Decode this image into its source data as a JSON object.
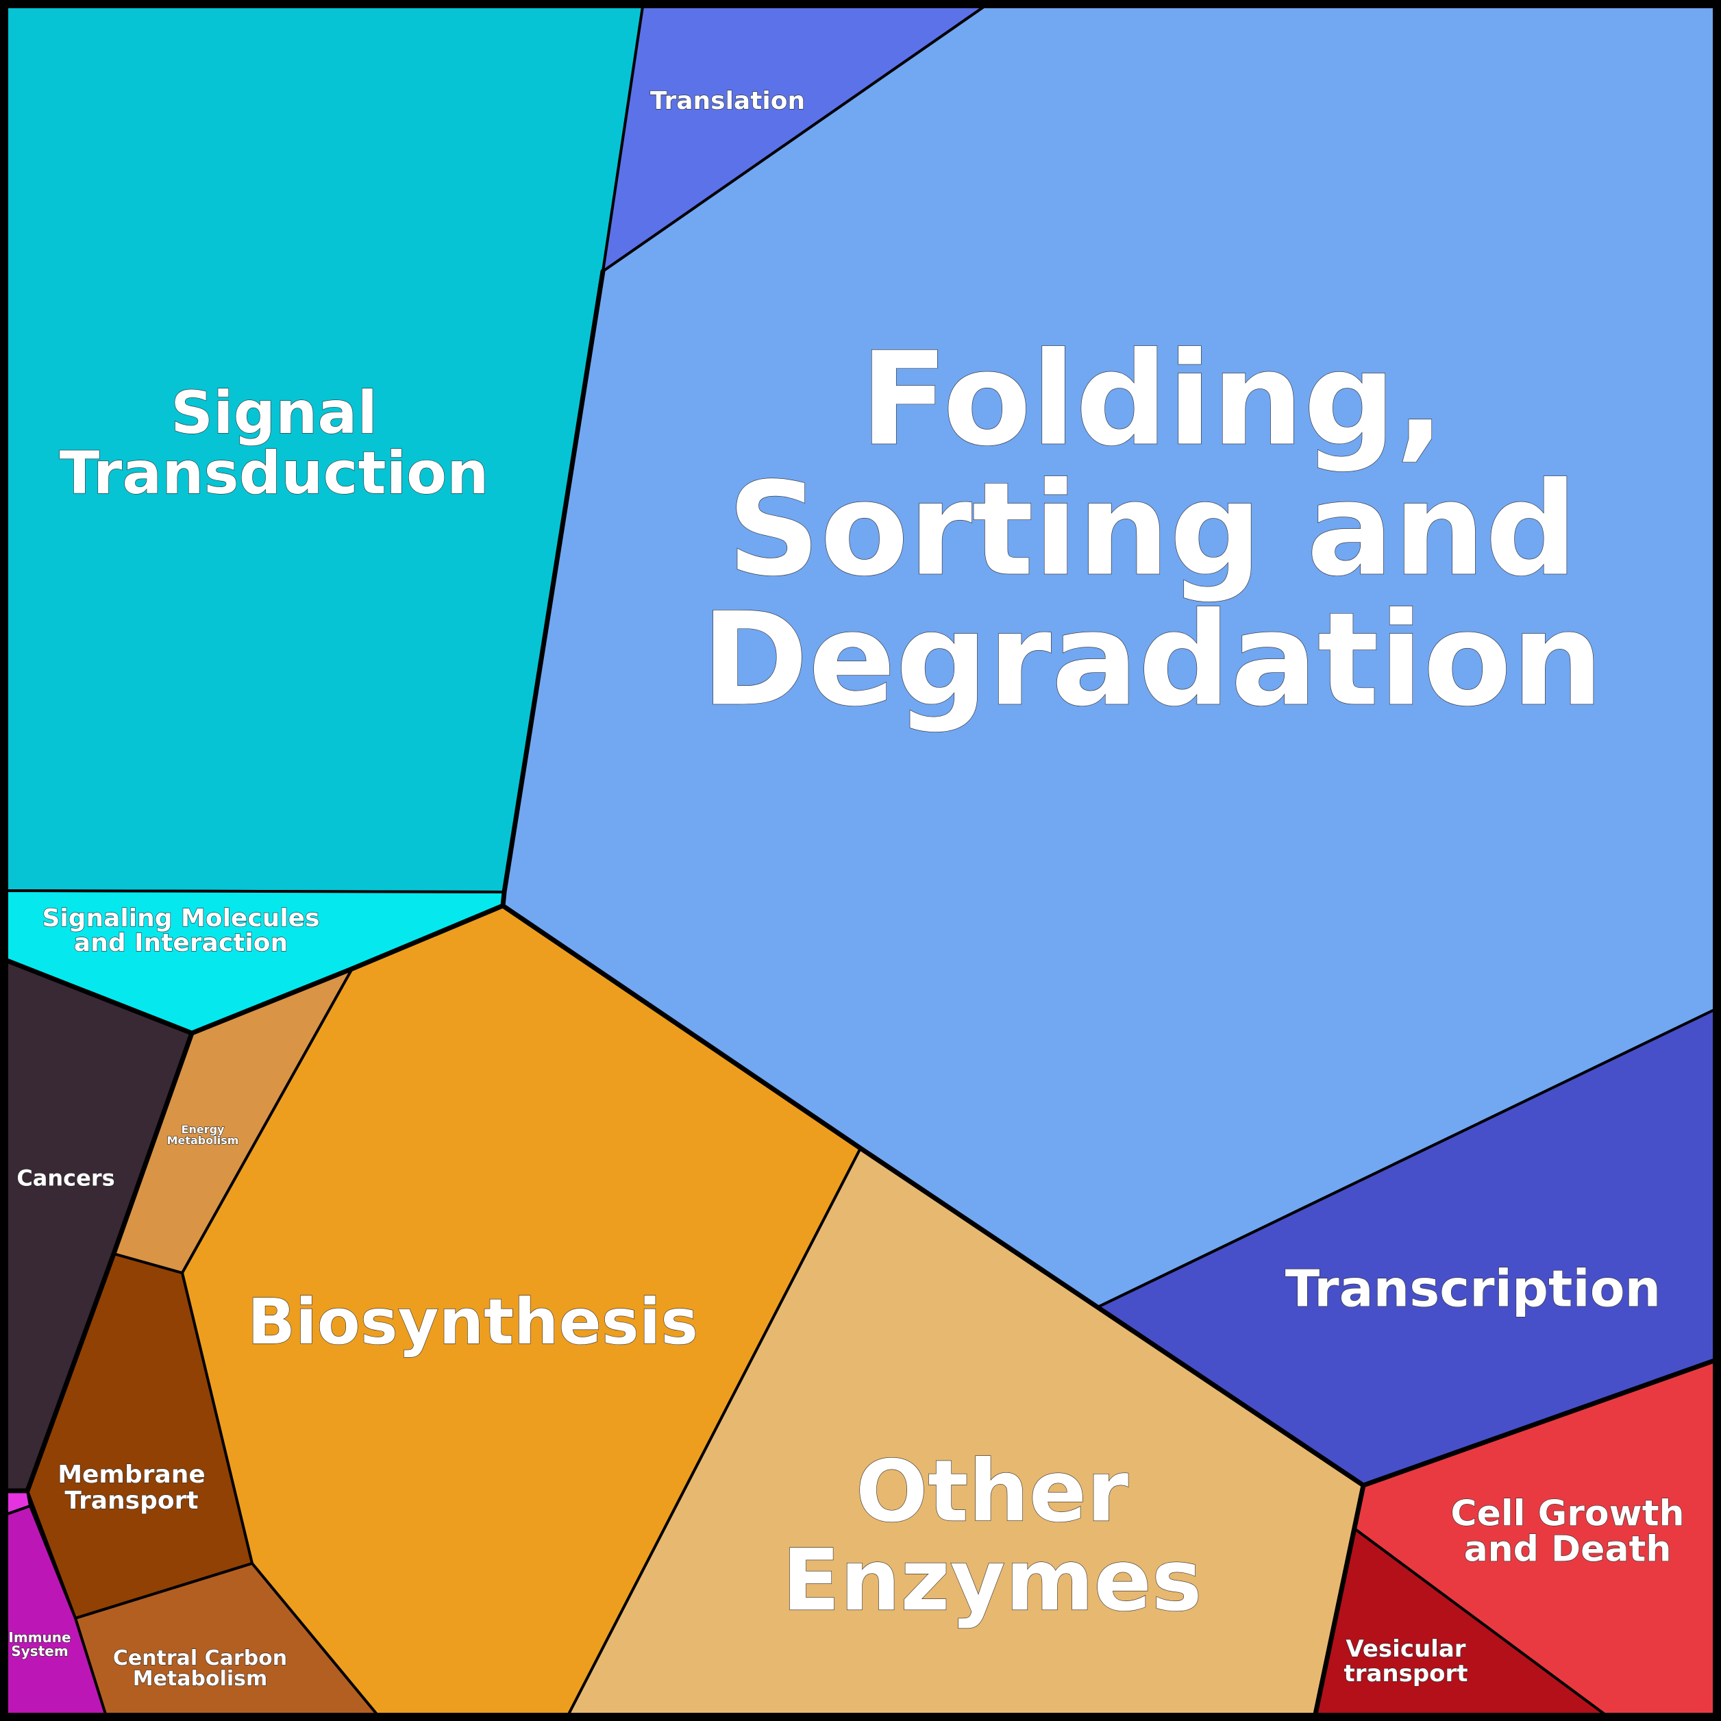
{
  "regions": [
    {
      "id": "signal-transduction",
      "lines": [
        "Signal",
        "Transduction"
      ],
      "color": "#06c4d4"
    },
    {
      "id": "translation",
      "lines": [
        "Translation"
      ],
      "color": "#5b72e8"
    },
    {
      "id": "folding-sorting-degradation",
      "lines": [
        "Folding,",
        "Sorting and",
        "Degradation"
      ],
      "color": "#72a7f2"
    },
    {
      "id": "signaling-molecules",
      "lines": [
        "Signaling Molecules",
        "and Interaction"
      ],
      "color": "#05e8ee"
    },
    {
      "id": "cancers",
      "lines": [
        "Cancers"
      ],
      "color": "#382935"
    },
    {
      "id": "energy-metabolism",
      "lines": [
        "Energy",
        "Metabolism"
      ],
      "color": "#d99446"
    },
    {
      "id": "biosynthesis",
      "lines": [
        "Biosynthesis"
      ],
      "color": "#ed9e1f"
    },
    {
      "id": "other-enzymes",
      "lines": [
        "Other",
        "Enzymes"
      ],
      "color": "#e7b870"
    },
    {
      "id": "transcription",
      "lines": [
        "Transcription"
      ],
      "color": "#4750c9"
    },
    {
      "id": "cell-growth-death",
      "lines": [
        "Cell Growth",
        "and Death"
      ],
      "color": "#e93a42"
    },
    {
      "id": "vesicular-transport",
      "lines": [
        "Vesicular",
        "transport"
      ],
      "color": "#b3101a"
    },
    {
      "id": "membrane-transport",
      "lines": [
        "Membrane",
        "Transport"
      ],
      "color": "#914104"
    },
    {
      "id": "central-carbon-metabolism",
      "lines": [
        "Central Carbon",
        "Metabolism"
      ],
      "color": "#b35f22"
    },
    {
      "id": "immune-system",
      "lines": [
        "Immune",
        "System"
      ],
      "color": "#bd16b6"
    },
    {
      "id": "small-sliver",
      "lines": [],
      "color": "#e633e0"
    }
  ],
  "background": "#000000"
}
